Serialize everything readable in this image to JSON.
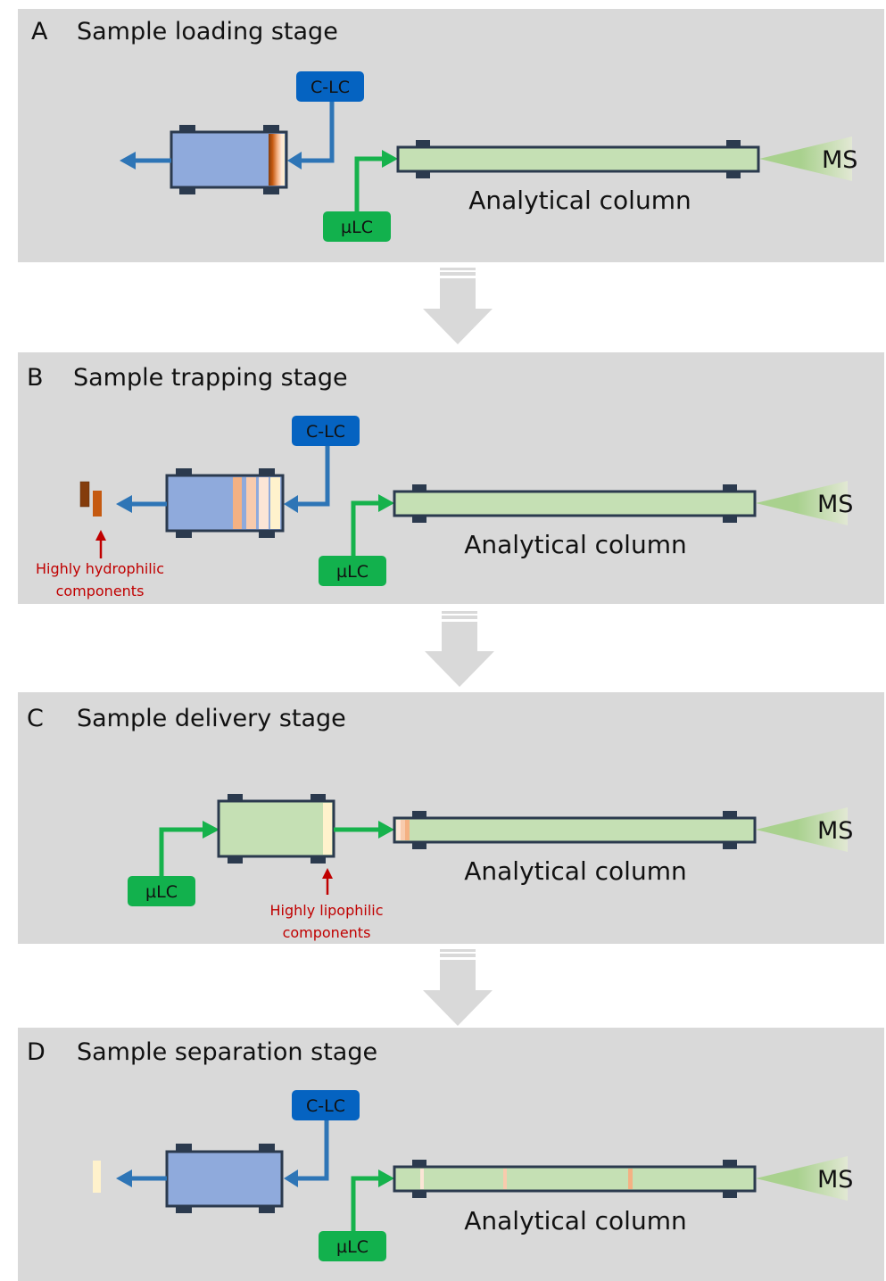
{
  "colors": {
    "panel_bg": "#d9d9d9",
    "clc_box": "#0563c1",
    "clc_line": "#2e75b6",
    "ulc_box": "#12b14d",
    "ulc_line": "#16b24c",
    "trap_blue": "#8faadc",
    "column_green": "#c5e0b4",
    "column_border": "#2b3a4e",
    "note_red": "#c00000",
    "flow_arrow": "#d9d9d9"
  },
  "labels": {
    "clc": "C-LC",
    "ulc": "µLC",
    "ms": "MS",
    "analytical_column": "Analytical column"
  },
  "panels": [
    {
      "letter": "A",
      "title": "Sample loading stage"
    },
    {
      "letter": "B",
      "title": "Sample trapping stage",
      "note_line1": "Highly hydrophilic",
      "note_line2": "components"
    },
    {
      "letter": "C",
      "title": "Sample delivery stage",
      "note_line1": "Highly lipophilic",
      "note_line2": "components"
    },
    {
      "letter": "D",
      "title": "Sample separation stage"
    }
  ]
}
